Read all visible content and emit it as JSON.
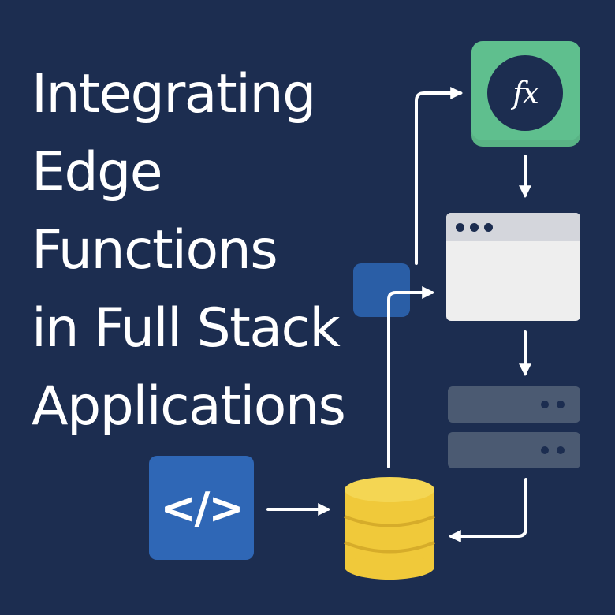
{
  "title": {
    "lines": [
      "Integrating",
      "Edge",
      "Functions",
      "in Full Stack",
      "Applications"
    ]
  },
  "nodes": {
    "function": {
      "label": "fx",
      "icon": "function-icon"
    },
    "browser": {
      "icon": "browser-window-icon"
    },
    "server": {
      "icon": "server-rack-icon"
    },
    "code": {
      "label": "</>",
      "icon": "code-icon"
    },
    "database": {
      "icon": "database-icon"
    },
    "edge": {
      "icon": "edge-square-icon"
    }
  },
  "colors": {
    "background": "#1c2d50",
    "function": "#5fbf8e",
    "browser": "#eeeeee",
    "server": "#4b5a72",
    "code": "#2f67b6",
    "database": "#f0c93a",
    "edge": "#2a5ea6",
    "arrow": "#ffffff"
  }
}
